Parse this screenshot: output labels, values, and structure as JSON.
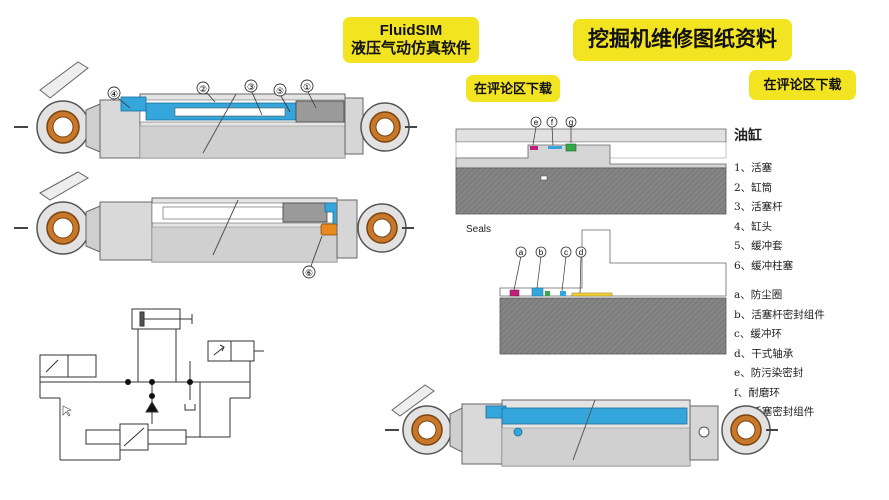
{
  "banners": {
    "fluidsim_line1": "FluidSIM",
    "fluidsim_line2": "液压气动仿真软件",
    "main_title": "挖掘机维修图纸资料",
    "comment_download_1": "在评论区下载",
    "comment_download_2": "在评论区下载"
  },
  "legend": {
    "title": "油缸",
    "parts": [
      "1、活塞",
      "2、缸筒",
      "3、活塞杆",
      "4、缸头",
      "5、缓冲套",
      "6、缓冲柱塞"
    ],
    "seals": [
      "a、防尘圈",
      "b、活塞杆密封组件",
      "c、缓冲环",
      "d、干式轴承",
      "e、防污染密封",
      "f、耐磨环",
      "g、活塞密封组件"
    ]
  },
  "seals_label": "Seals",
  "callouts_cyl1": [
    "④",
    "②",
    "③",
    "⑤",
    "①"
  ],
  "callout_cyl2": "⑥",
  "detail_callouts_top": [
    "e",
    "f",
    "g"
  ],
  "detail_callouts_bottom": [
    "a",
    "b",
    "c",
    "d"
  ],
  "colors": {
    "banner": "#f3e421",
    "hydraulic_oil": "#35a6dc",
    "bearing": "#c8782a",
    "seal": "#c0207a",
    "piston_seal": "#33a84a",
    "steel": "#d8d8d8"
  }
}
